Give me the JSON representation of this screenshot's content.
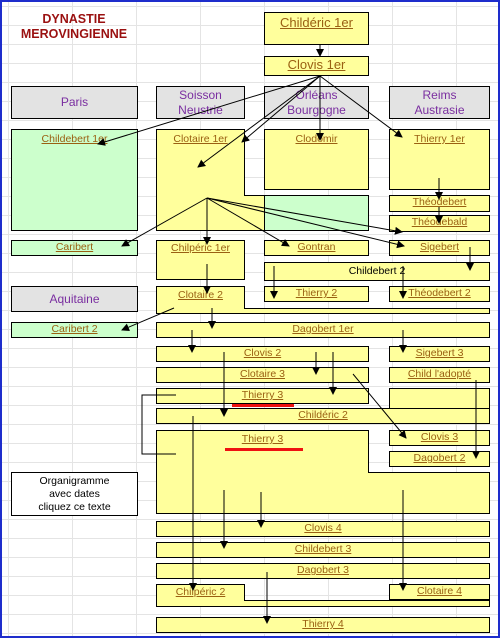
{
  "title": "DYNASTIE\nMEROVINGIENNE",
  "kingdoms": {
    "paris": "Paris",
    "soisson": "Soisson\nNeustrie",
    "orleans": "Orléans\nBourgogne",
    "reims": "Reims\nAustrasie",
    "aquitaine": "Aquitaine"
  },
  "kings": {
    "childeric1": "Childéric 1er",
    "clovis1": "Clovis 1er",
    "childebert1": "Childebert 1er",
    "clotaire1": "Clotaire 1er",
    "clodomir": "Clodomir",
    "thierry1": "Thierry 1er",
    "theodebert": "Théodebert",
    "theodebald": "Théodebald",
    "caribert": "Caribert",
    "chilperic1": "Chilpéric 1er",
    "gontran": "Gontran",
    "sigebert": "Sigebert",
    "childebert2": "Childebert 2",
    "thierry2": "Thierry 2",
    "theodebert2": "Théodebert 2",
    "clotaire2": "Clotaire 2",
    "caribert2": "Caribert 2",
    "dagobert1": "Dagobert 1er",
    "clovis2": "Clovis 2",
    "sigebert3": "Sigebert 3",
    "clotaire3": "Clotaire 3",
    "child_adopte": "Child l'adopté",
    "thierry3a": "Thierry 3",
    "childeric2": "Childéric 2",
    "thierry3b": "Thierry 3",
    "clovis3": "Clovis 3",
    "dagobert2": "Dagobert 2",
    "clovis4": "Clovis 4",
    "childebert3": "Childebert 3",
    "dagobert3": "Dagobert 3",
    "chilperic2": "Chilpéric 2",
    "clotaire4": "Clotaire 4",
    "thierry4": "Thierry 4"
  },
  "orgchart_link": "Organigramme\navec dates\ncliquez ce texte",
  "colors": {
    "box_fill": "#ffff9c",
    "paris_fill": "#ccffcc",
    "kingdom_fill": "#e3e3e3",
    "kingdom_text": "#7a2ea0",
    "link_text": "#9a6012",
    "title_text": "#9a1010",
    "highlight": "#e11111"
  }
}
